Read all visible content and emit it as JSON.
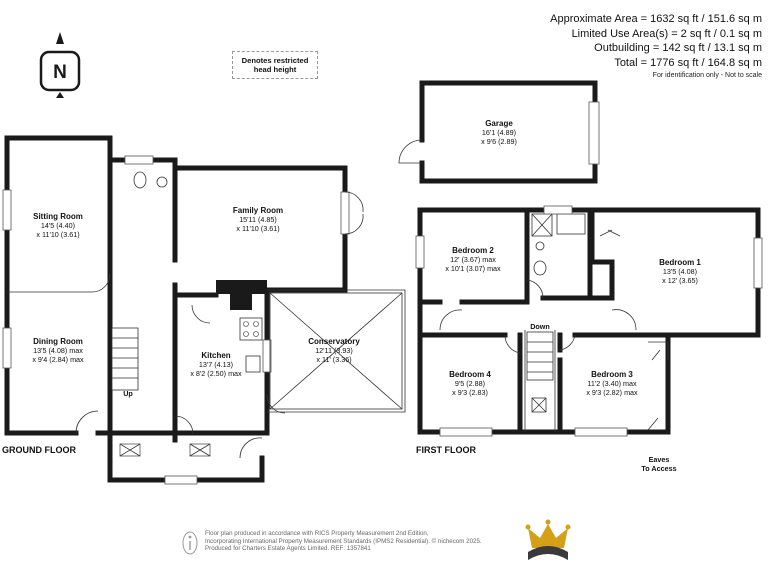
{
  "areas": {
    "approximate": "Approximate Area = 1632 sq ft / 151.6 sq m",
    "limited_use": "Limited Use Area(s) = 2 sq ft / 0.1 sq m",
    "outbuilding": "Outbuilding = 142 sq ft / 13.1 sq m",
    "total": "Total = 1776 sq ft / 164.8 sq m",
    "note": "For identification only - Not to scale"
  },
  "compass_label": "N",
  "restricted_legend": "Denotes restricted\nhead height",
  "floors": {
    "ground": "GROUND FLOOR",
    "first": "FIRST FLOOR"
  },
  "rooms": {
    "garage": {
      "name": "Garage",
      "dims": [
        "16'1 (4.89)",
        "x 9'6 (2.89)"
      ]
    },
    "sitting_room": {
      "name": "Sitting Room",
      "dims": [
        "14'5 (4.40)",
        "x 11'10 (3.61)"
      ]
    },
    "dining_room": {
      "name": "Dining Room",
      "dims": [
        "13'5 (4.08) max",
        "x 9'4 (2.84) max"
      ]
    },
    "family_room": {
      "name": "Family Room",
      "dims": [
        "15'11 (4.85)",
        "x 11'10 (3.61)"
      ]
    },
    "kitchen": {
      "name": "Kitchen",
      "dims": [
        "13'7 (4.13)",
        "x 8'2 (2.50) max"
      ]
    },
    "conservatory": {
      "name": "Conservatory",
      "dims": [
        "12'11 (3.93)",
        "x 11' (3.36)"
      ]
    },
    "bedroom2": {
      "name": "Bedroom 2",
      "dims": [
        "12' (3.67) max",
        "x 10'1 (3.07) max"
      ]
    },
    "bedroom1": {
      "name": "Bedroom 1",
      "dims": [
        "13'5 (4.08)",
        "x 12' (3.65)"
      ]
    },
    "bedroom4": {
      "name": "Bedroom 4",
      "dims": [
        "9'5 (2.88)",
        "x 9'3 (2.83)"
      ]
    },
    "bedroom3": {
      "name": "Bedroom 3",
      "dims": [
        "11'2 (3.40) max",
        "x 9'3 (2.82) max"
      ]
    }
  },
  "labels": {
    "up": "Up",
    "down": "Down",
    "eaves": [
      "Eaves",
      "To Access"
    ]
  },
  "footer": {
    "line1": "Floor plan produced in accordance with RICS Property Measurement 2nd Edition,",
    "line2": "Incorporating International Property Measurement Standards (IPMS2 Residential).  © nichecom 2025.",
    "line3": "Produced for Charters Estate Agents Limited.   REF: 1357841"
  },
  "colors": {
    "wall": "#1a1a1a",
    "accent_gold": "#d4a017",
    "logo_dark": "#3a3a3a"
  }
}
